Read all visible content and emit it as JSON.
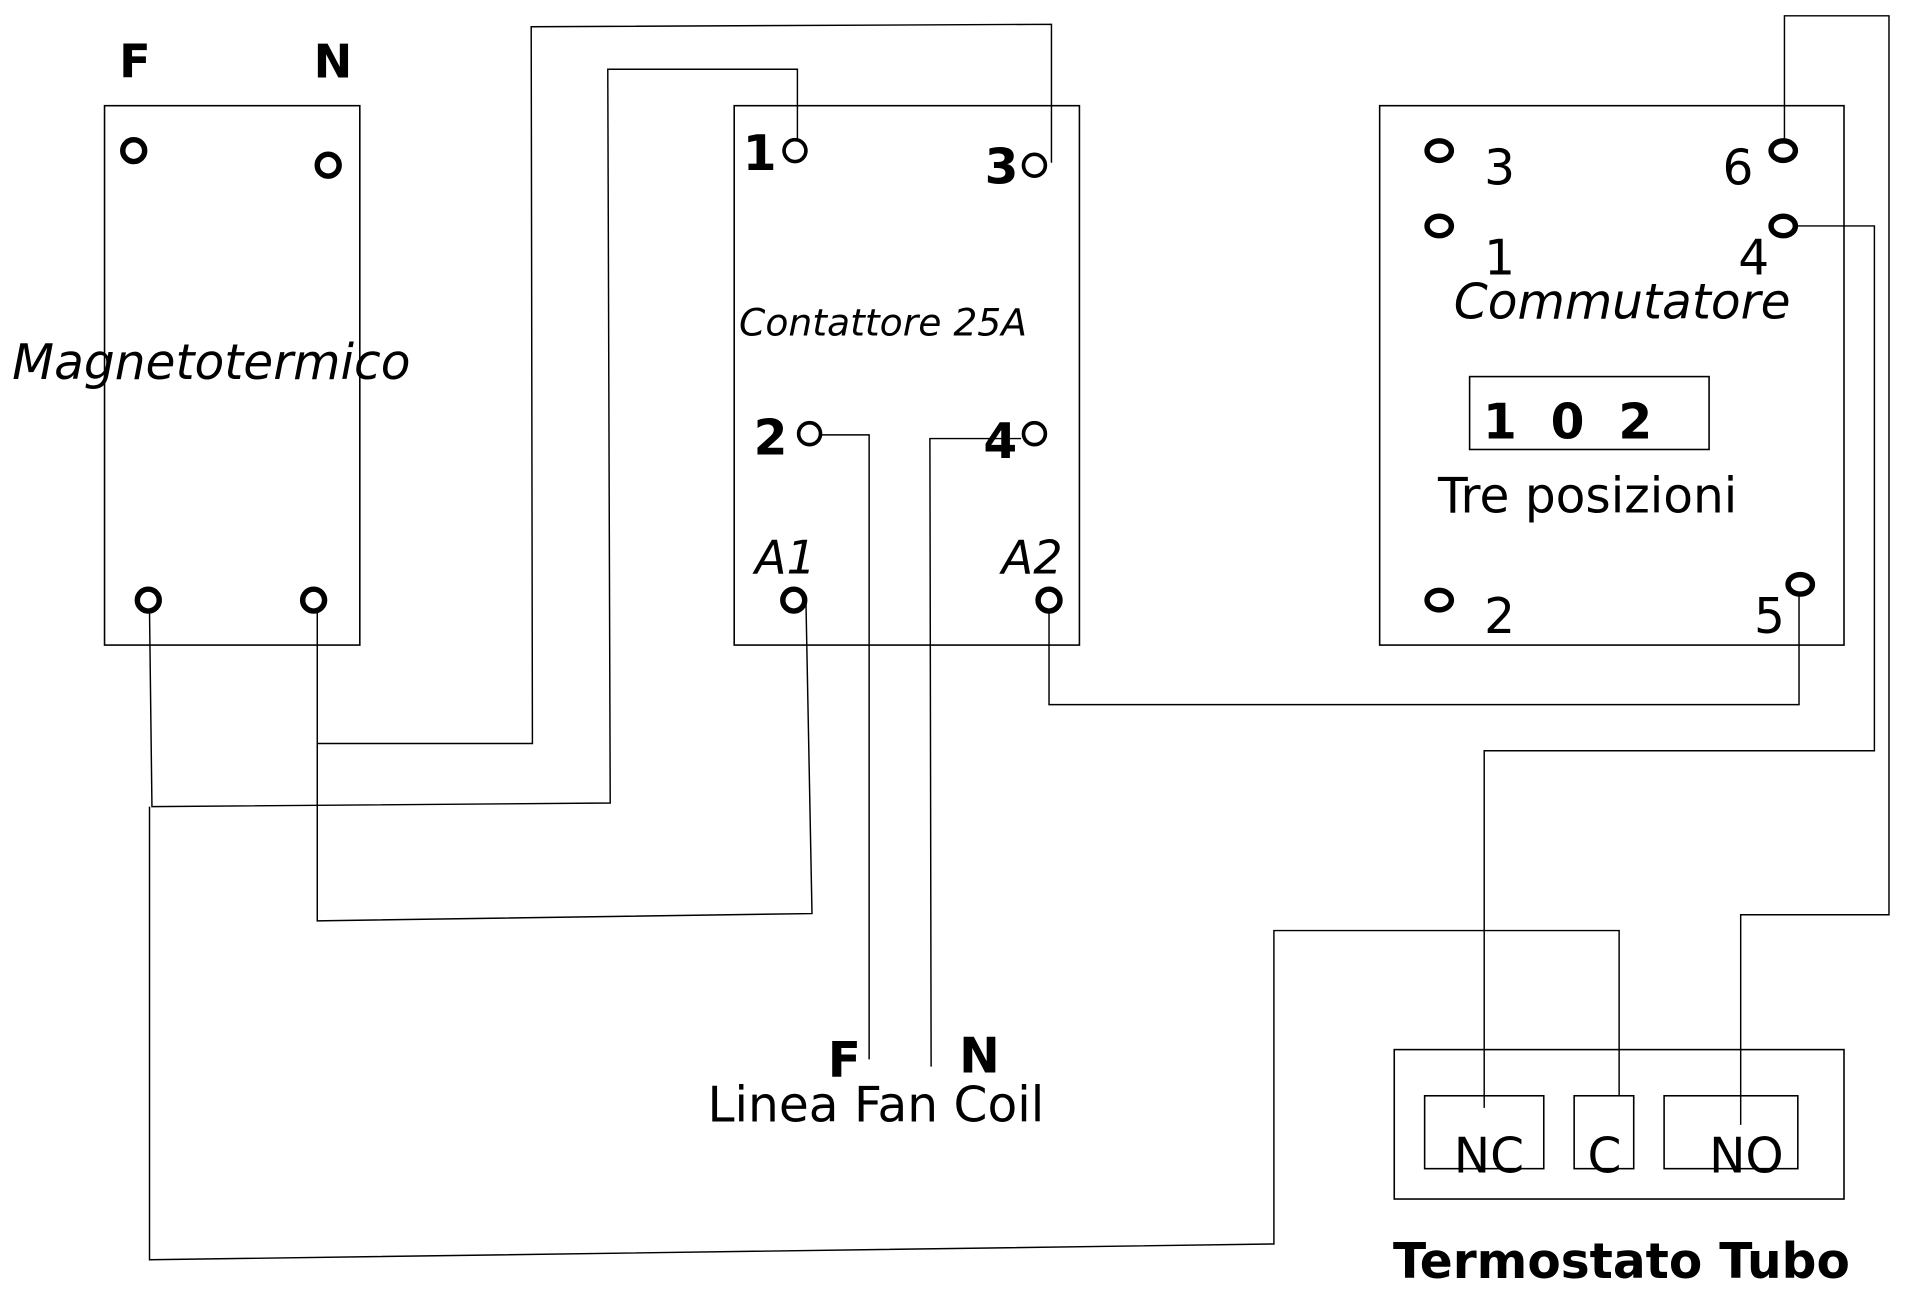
{
  "diagram": {
    "title": "Schema collegamento Fan Coil",
    "magnetotermico": {
      "name": "Magnetotermico",
      "top_labels": [
        "F",
        "N"
      ]
    },
    "contattore": {
      "name": "Contattore 25A",
      "terminals": [
        "1",
        "3",
        "2",
        "4"
      ],
      "coil_terminals": [
        "A1",
        "A2"
      ]
    },
    "commutatore": {
      "name": "Commutatore",
      "terminals": [
        "3",
        "6",
        "1",
        "4",
        "2",
        "5"
      ],
      "positions": "1  0  2",
      "positions_label": "Tre posizioni"
    },
    "linea_fan_coil": {
      "name": "Linea Fan Coil",
      "labels": [
        "F",
        "N"
      ]
    },
    "termostato": {
      "name": "Termostato Tubo",
      "contacts": [
        "NC",
        "C",
        "NO"
      ]
    },
    "colors": {
      "stroke": "#000000",
      "background": "#ffffff"
    }
  }
}
